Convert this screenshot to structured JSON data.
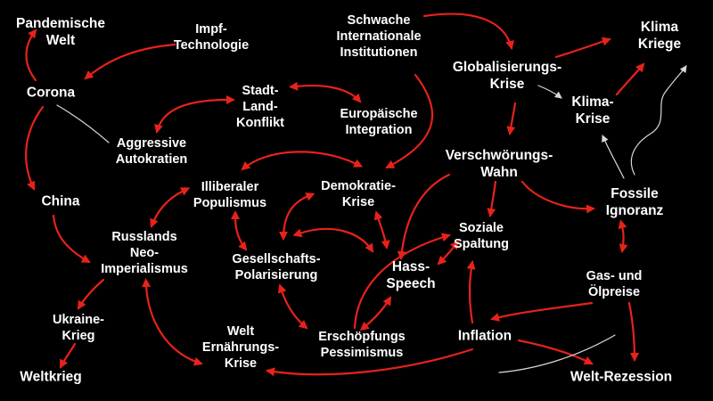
{
  "diagram": {
    "accent_color": "#e8221b",
    "minor_color": "#d8d8d8",
    "background": "#000000",
    "nodes": {
      "pandemie": [
        "Pandemische",
        "Welt"
      ],
      "impf": [
        "Impf-",
        "Technologie"
      ],
      "corona": [
        "Corona"
      ],
      "autokratien": [
        "Aggressive",
        "Autokratien"
      ],
      "china": [
        "China"
      ],
      "russland": [
        "Russlands",
        "Neo-",
        "Imperialismus"
      ],
      "ukraine": [
        "Ukraine-",
        "Krieg"
      ],
      "weltkrieg": [
        "Weltkrieg"
      ],
      "stadtland": [
        "Stadt-",
        "Land-",
        "Konflikt"
      ],
      "illiberal": [
        "Illiberaler",
        "Populismus"
      ],
      "gesellschaft": [
        "Gesellschafts-",
        "Polarisierung"
      ],
      "ernaehrung": [
        "Welt",
        "Ernährungs-",
        "Krise"
      ],
      "institutionen": [
        "Schwache",
        "Internationale",
        "Institutionen"
      ],
      "europa": [
        "Europäische",
        "Integration"
      ],
      "demokratie": [
        "Demokratie-",
        "Krise"
      ],
      "hass": [
        "Hass-",
        "Speech"
      ],
      "erschoepfung": [
        "Erschöpfungs",
        "Pessimismus"
      ],
      "global": [
        "Globalisierungs-",
        "Krise"
      ],
      "verschwoerung": [
        "Verschwörungs-",
        "Wahn"
      ],
      "spaltung": [
        "Soziale",
        "Spaltung"
      ],
      "inflation": [
        "Inflation"
      ],
      "klimakriege": [
        "Klima",
        "Kriege"
      ],
      "klimakrise": [
        "Klima-",
        "Krise"
      ],
      "fossil": [
        "Fossile",
        "Ignoranz"
      ],
      "gas": [
        "Gas- und",
        "Ölpreise"
      ],
      "rezession": [
        "Welt-Rezession"
      ]
    }
  }
}
